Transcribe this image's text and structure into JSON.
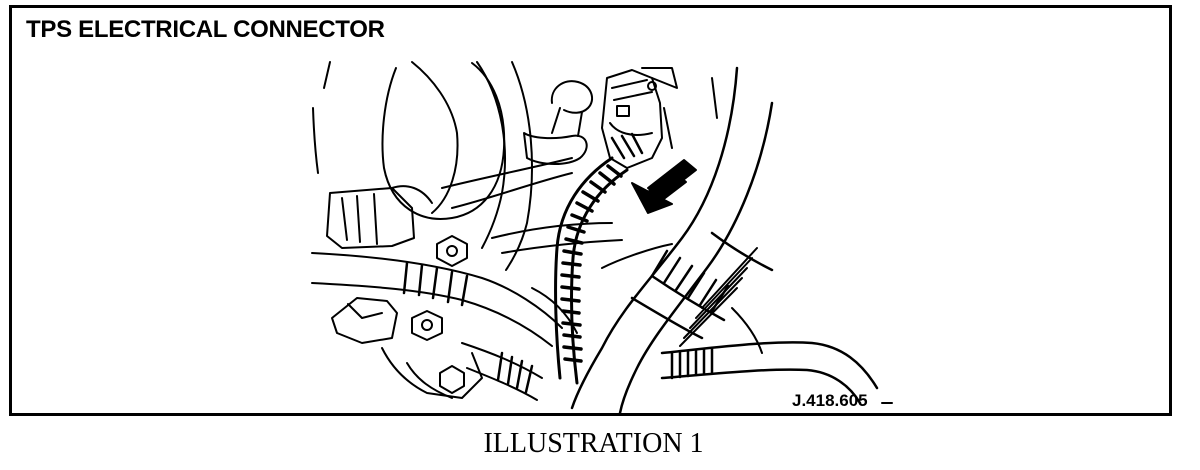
{
  "title": "TPS ELECTRICAL CONNECTOR",
  "reference_code": "J.418.605",
  "caption": "ILLUSTRATION 1",
  "colors": {
    "ink": "#000000",
    "paper": "#ffffff"
  }
}
